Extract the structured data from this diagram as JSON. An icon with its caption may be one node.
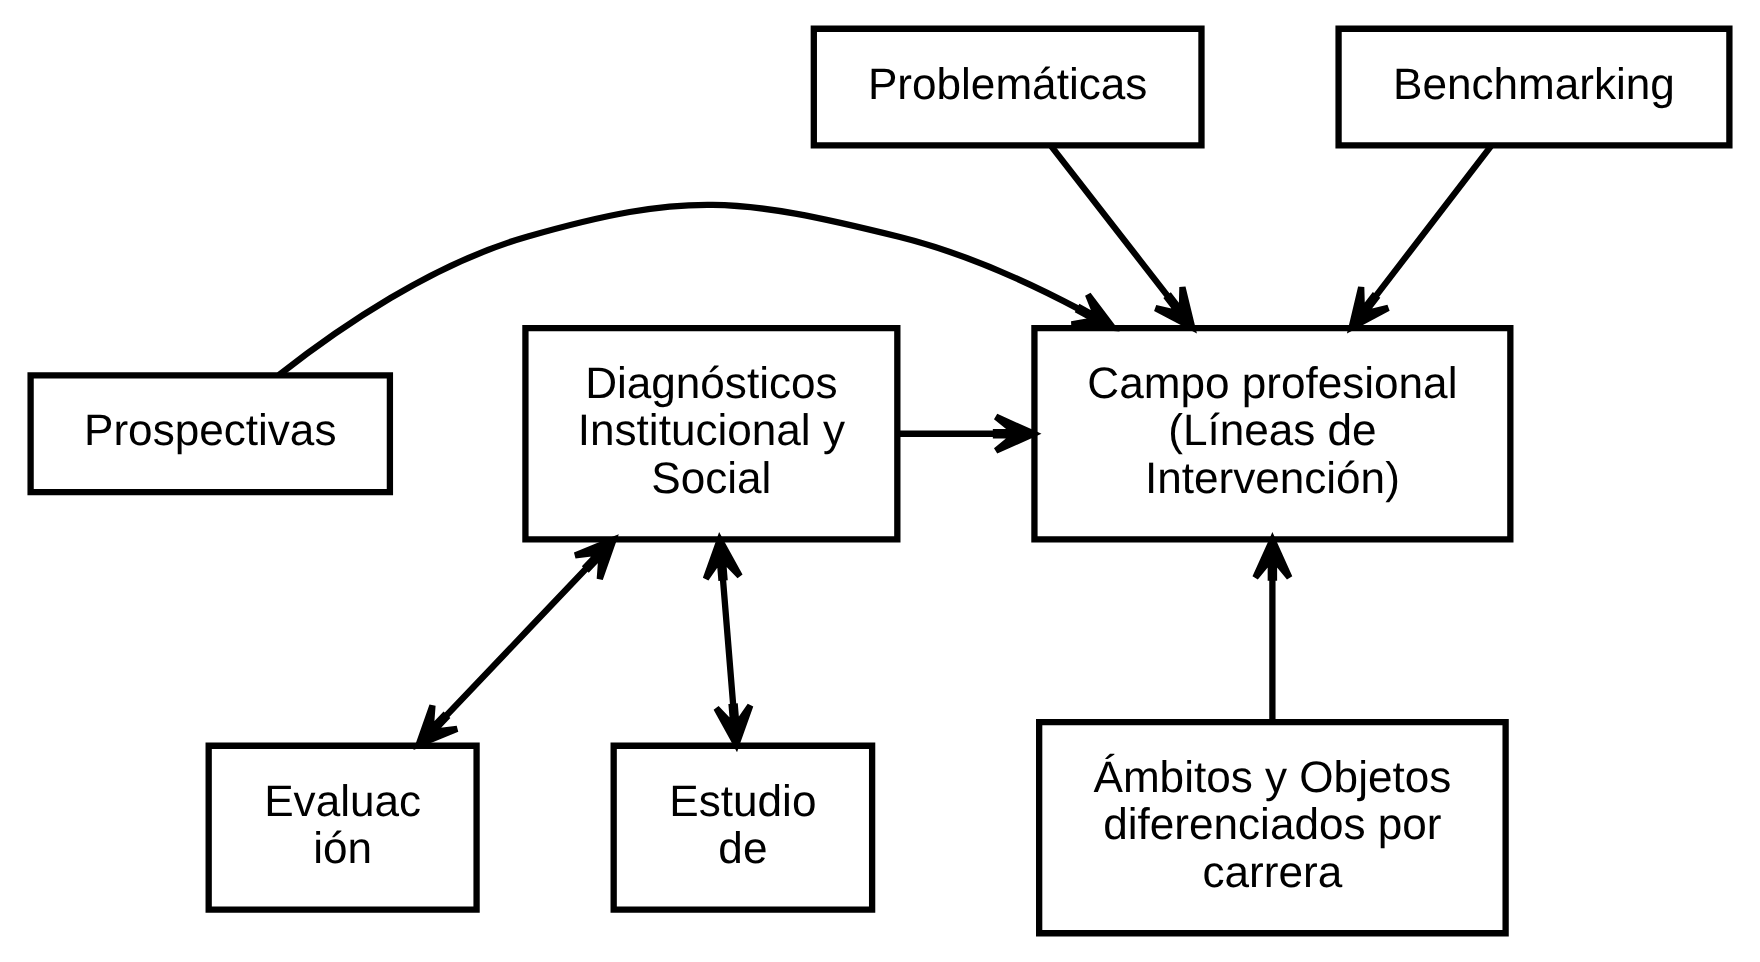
{
  "diagram": {
    "nodes": [
      {
        "text": [
          "Problemáticas"
        ]
      },
      {
        "text": [
          "Benchmarking"
        ]
      },
      {
        "text": [
          "Campo profesional (Líneas de Intervención)"
        ]
      },
      {
        "text": [
          "Prospectivas"
        ]
      },
      {
        "text": [
          "Diagnósticos Institucional y Social"
        ]
      },
      {
        "text": [
          "Evaluac ión"
        ]
      },
      {
        "text": [
          "Estudio de"
        ]
      },
      {
        "text": [
          "Ámbitos y Objetos diferenciados por carrera"
        ]
      }
    ],
    "edges": [
      {
        "from": 0,
        "to": 2,
        "arrow": "to"
      },
      {
        "from": 1,
        "to": 2,
        "arrow": "to"
      },
      {
        "from": 3,
        "to": 2,
        "arrow": "to"
      },
      {
        "from": 4,
        "to": 2,
        "arrow": "to"
      },
      {
        "from": 7,
        "to": 2,
        "arrow": "to"
      },
      {
        "from": 4,
        "to": 5,
        "arrow": "both"
      },
      {
        "from": 4,
        "to": 6,
        "arrow": "both"
      }
    ]
  }
}
